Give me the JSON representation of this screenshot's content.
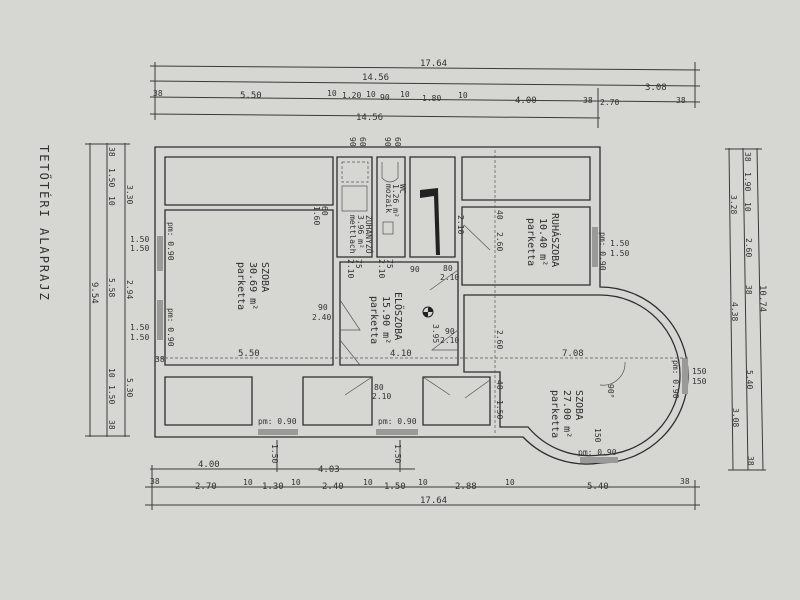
{
  "title": "TETŐTÉRI ALAPRAJZ",
  "colors": {
    "paper": "#d6d6d3",
    "ink": "#2e2e2e"
  },
  "dims_top": {
    "overall": "17.64",
    "row2": [
      "14.56",
      "3.08"
    ],
    "row3": [
      "38",
      "5.50",
      "10",
      "1.20",
      "10",
      "90",
      "10",
      "1.80",
      "10",
      "4.00",
      "38",
      "2.70",
      "38"
    ],
    "row4": "14.56",
    "openings": [
      "90",
      "60",
      "90",
      "60"
    ]
  },
  "dims_bottom": {
    "row1": [
      "4.00",
      "4.03"
    ],
    "row2": [
      "38",
      "2.70",
      "10",
      "1.30",
      "10",
      "2.40",
      "10",
      "1.50",
      "10",
      "2.88",
      "10",
      "5.40",
      "38"
    ],
    "overall": "17.64"
  },
  "dims_left": {
    "overall": "9.54",
    "row2": [
      "38",
      "1.50",
      "10",
      "5.58",
      "10",
      "1.50",
      "38"
    ],
    "row3": [
      "3.30",
      "2.94",
      "5.30"
    ]
  },
  "dims_right": {
    "row1": [
      "3.28",
      "4.38",
      "3.08"
    ],
    "row2": [
      "38",
      "1.90",
      "10",
      "2.60",
      "38",
      "5.40",
      "38"
    ],
    "overall": "10.74"
  },
  "rooms": [
    {
      "name": "SZOBA",
      "area": "30.69 m²",
      "floor": "parketta"
    },
    {
      "name": "ELŐSZOBA",
      "area": "15.90 m²",
      "floor": "parketta"
    },
    {
      "name": "RUHÁSZOBA",
      "area": "10.40 m²",
      "floor": "parketta"
    },
    {
      "name": "SZOBA",
      "area": "27.00 m²",
      "floor": "parketta"
    },
    {
      "name": "ZUHANYZÓ",
      "area": "3.96 m²",
      "floor": "mettlach"
    },
    {
      "name": "WC",
      "area": "1.26 m²",
      "floor": "mozaik"
    }
  ],
  "annotations": {
    "parapet": "pm: 0.90",
    "window": "1.50",
    "door_90_210": "90",
    "door_210": "2.10",
    "door_240": "2.40",
    "door_80": "80",
    "door_75": "75",
    "door_60": "60",
    "door_160": "1.60",
    "stair": "2.10",
    "level": "3.95",
    "angle": "90°",
    "inner_550": "5.50",
    "inner_410": "4.10",
    "inner_708": "7.08",
    "inner_260": "2.60",
    "inner_150": "1.50",
    "inner_40": "40",
    "inner_38": "38",
    "win_150": "150"
  }
}
